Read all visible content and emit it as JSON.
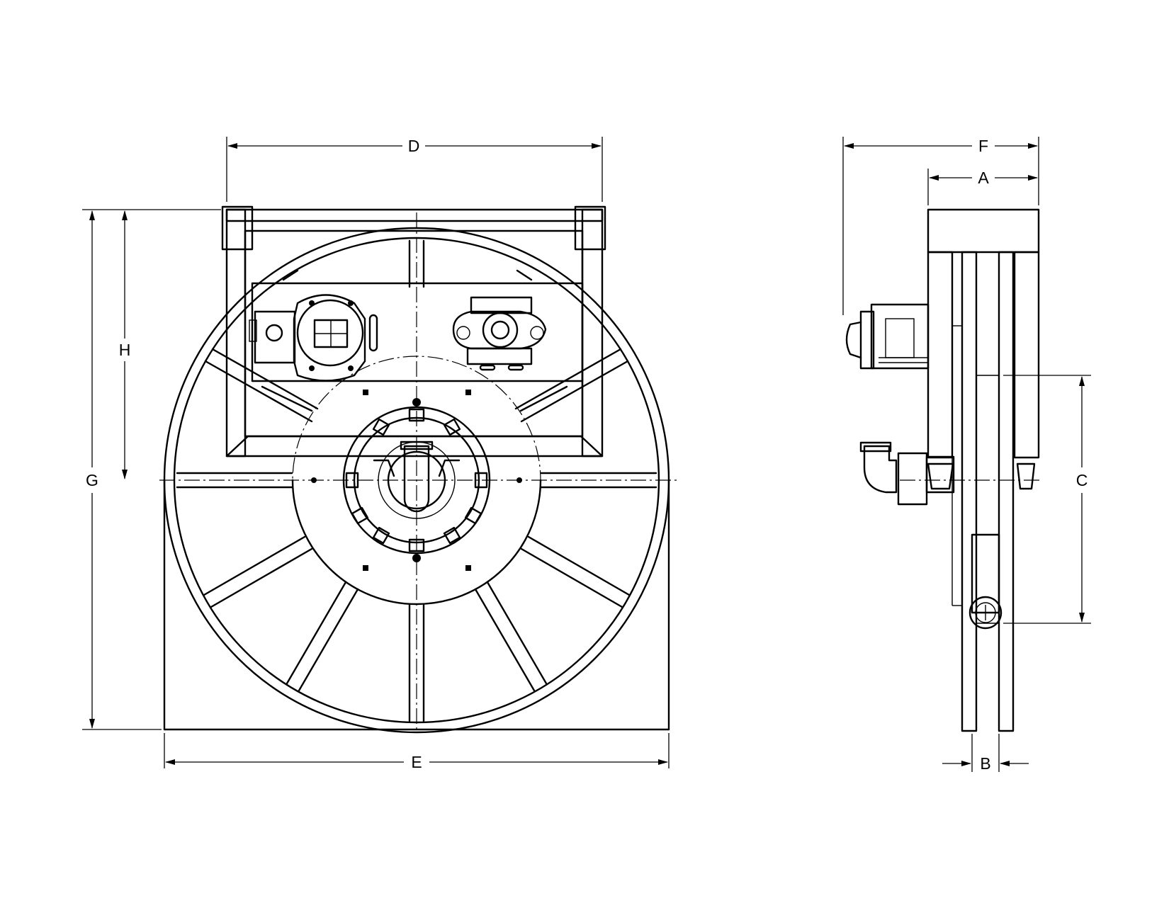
{
  "drawing": {
    "front_view_labels": {
      "overall_width_top": "D",
      "overall_width_bottom": "E",
      "overall_height": "G",
      "hub_height": "H"
    },
    "side_view_labels": {
      "overall_depth": "F",
      "frame_depth": "A",
      "spool_width": "B",
      "mount_height": "C"
    },
    "colors": {
      "line": "#000000",
      "background": "#ffffff"
    }
  }
}
